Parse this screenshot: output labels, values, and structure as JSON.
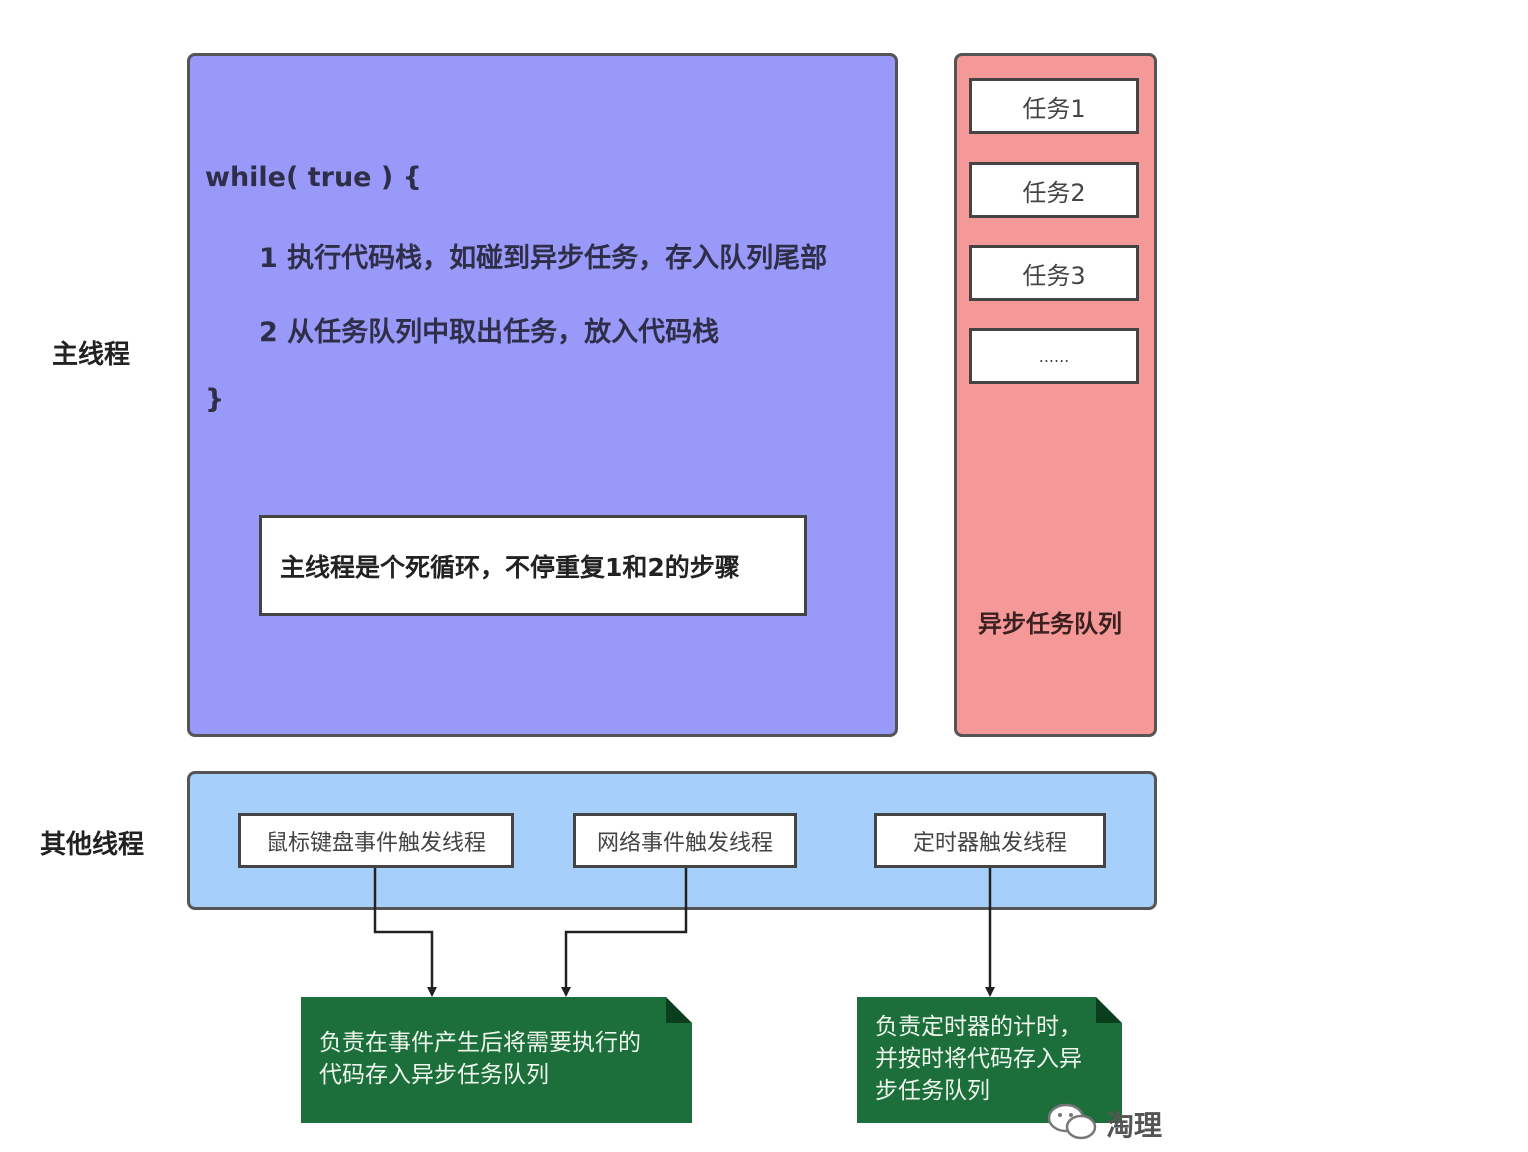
{
  "labels": {
    "main_thread": "主线程",
    "other_threads": "其他线程"
  },
  "main_loop": {
    "line_open": "while( true ) {",
    "step1": "1 执行代码栈，如碰到异步任务，存入队列尾部",
    "step2": "2 从任务队列中取出任务，放入代码栈",
    "line_close": "}",
    "note": "主线程是个死循环，不停重复1和2的步骤"
  },
  "async_queue": {
    "tasks": [
      "任务1",
      "任务2",
      "任务3",
      "......"
    ],
    "label": "异步任务队列"
  },
  "threads": [
    "鼠标键盘事件触发线程",
    "网络事件触发线程",
    "定时器触发线程"
  ],
  "notes": {
    "event_network": [
      "负责在事件产生后将需要执行的",
      "代码存入异步任务队列"
    ],
    "timer": [
      "负责定时器的计时，",
      "并按时将代码存入异",
      "步任务队列"
    ]
  },
  "watermark": "淘理",
  "colors": {
    "main_panel": "#9999fa",
    "queue_panel": "#f49898",
    "other_panel": "#a6d0fb",
    "note_green": "#1c6e3a"
  }
}
